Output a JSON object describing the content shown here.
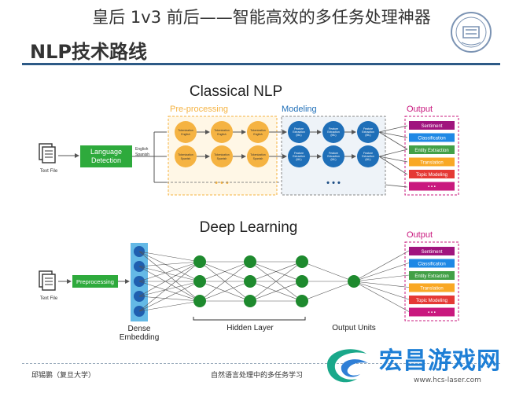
{
  "page": {
    "title": "皇后 1v3 前后——智能高效的多任务处理神器",
    "slide_title": "NLP技术路线"
  },
  "classical": {
    "title": "Classical NLP",
    "stage_preprocessing": "Pre-processing",
    "stage_modeling": "Modeling",
    "stage_output": "Output",
    "input_label": "Text File",
    "language_detection": [
      "Language",
      "Detection"
    ],
    "branch_english": "English",
    "branch_spanish": "Spanish",
    "pre_nodes_row1": [
      "Tokenization",
      "English"
    ],
    "pre_nodes_row2": [
      "Tokenization",
      "Spanish"
    ],
    "model_node": [
      "Feature",
      "Extraction",
      "(ML)"
    ],
    "ellipsis": "• • •"
  },
  "deep": {
    "title": "Deep Learning",
    "stage_output": "Output",
    "input_label": "Text File",
    "preprocessing": "Preprocessing",
    "dense_label": [
      "Dense",
      "Embedding"
    ],
    "hidden_label": "Hidden Layer",
    "output_units_label": "Output Units"
  },
  "outputs": [
    {
      "label": "Sentiment",
      "color": "#a0147e"
    },
    {
      "label": "Classification",
      "color": "#1e88e5"
    },
    {
      "label": "Entity Extraction",
      "color": "#43a047"
    },
    {
      "label": "Translation",
      "color": "#f9a825"
    },
    {
      "label": "Topic Modeling",
      "color": "#e53935"
    },
    {
      "label": "• • •",
      "color": "#c9187e"
    }
  ],
  "footer": {
    "left": "邱锡鹏（复旦大学）",
    "center": "自然语言处理中的多任务学习"
  },
  "watermark": {
    "name": "宏昌游戏网",
    "url": "www.hcs-laser.com"
  },
  "colors": {
    "orange_node": "#f5b342",
    "blue_node": "#1f6fb8",
    "green_node": "#1e8a2e",
    "detect_green": "#2eaa3c",
    "dense_blue": "#1f5fb0",
    "dense_bg": "#64b9e6",
    "rule": "#2d5a86"
  }
}
